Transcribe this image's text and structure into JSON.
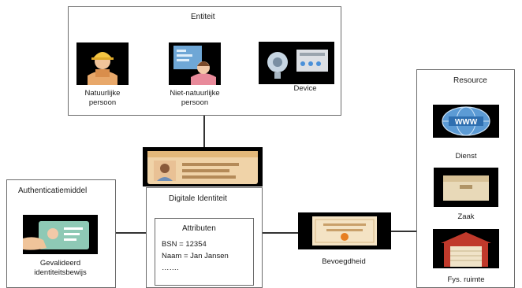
{
  "entiteit": {
    "title": "Entiteit",
    "items": [
      {
        "icon": "worker-icon",
        "label": "Natuurlijke persoon"
      },
      {
        "icon": "business-person-icon",
        "label": "Niet-natuurlijke persoon"
      },
      {
        "icon": "device-icon",
        "label": "Device"
      }
    ]
  },
  "resource": {
    "title": "Resource",
    "items": [
      {
        "icon": "www-globe-icon",
        "label": "Dienst"
      },
      {
        "icon": "box-icon",
        "label": "Zaak"
      },
      {
        "icon": "garage-icon",
        "label": "Fys. ruimte"
      }
    ]
  },
  "authenticatiemiddel": {
    "title": "Authenticatiemiddel",
    "icon": "id-card-hand-icon",
    "label": "Gevalideerd identiteitsbewijs"
  },
  "digitale_identiteit": {
    "title": "Digitale Identiteit",
    "icon": "id-card-icon",
    "attributen": {
      "title": "Attributen",
      "lines": [
        "BSN = 12354",
        "Naam = Jan Jansen",
        "……."
      ]
    }
  },
  "bevoegdheid": {
    "icon": "certificate-icon",
    "label": "Bevoegdheid"
  }
}
